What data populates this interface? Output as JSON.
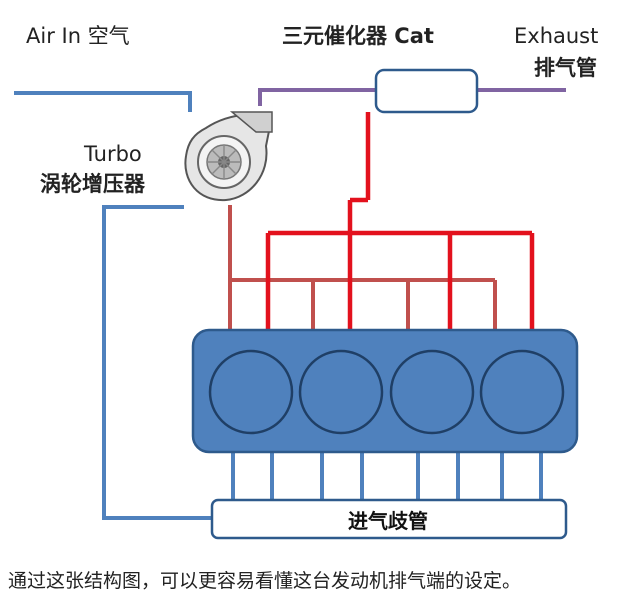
{
  "labels": {
    "air_in": "Air In 空气",
    "catalyst": "三元催化器 Cat",
    "exhaust_en": "Exhaust",
    "exhaust_cn": "排气管",
    "turbo_en": "Turbo",
    "turbo_cn": "涡轮增压器",
    "intake_manifold": "进气歧管"
  },
  "caption": "通过这张结构图，可以更容易看懂这台发动机排气端的设定。",
  "colors": {
    "intake_pipe": "#4f81bd",
    "exhaust_pipe": "#8064a2",
    "exhaust_main": "#e3111d",
    "exhaust_secondary": "#c0504d",
    "engine_block": "#4f81bd",
    "engine_border": "#2e5a8c"
  },
  "components": {
    "cylinder_count": 4,
    "intake_runner_count": 8,
    "turbo_icon": "turbocharger-icon"
  }
}
